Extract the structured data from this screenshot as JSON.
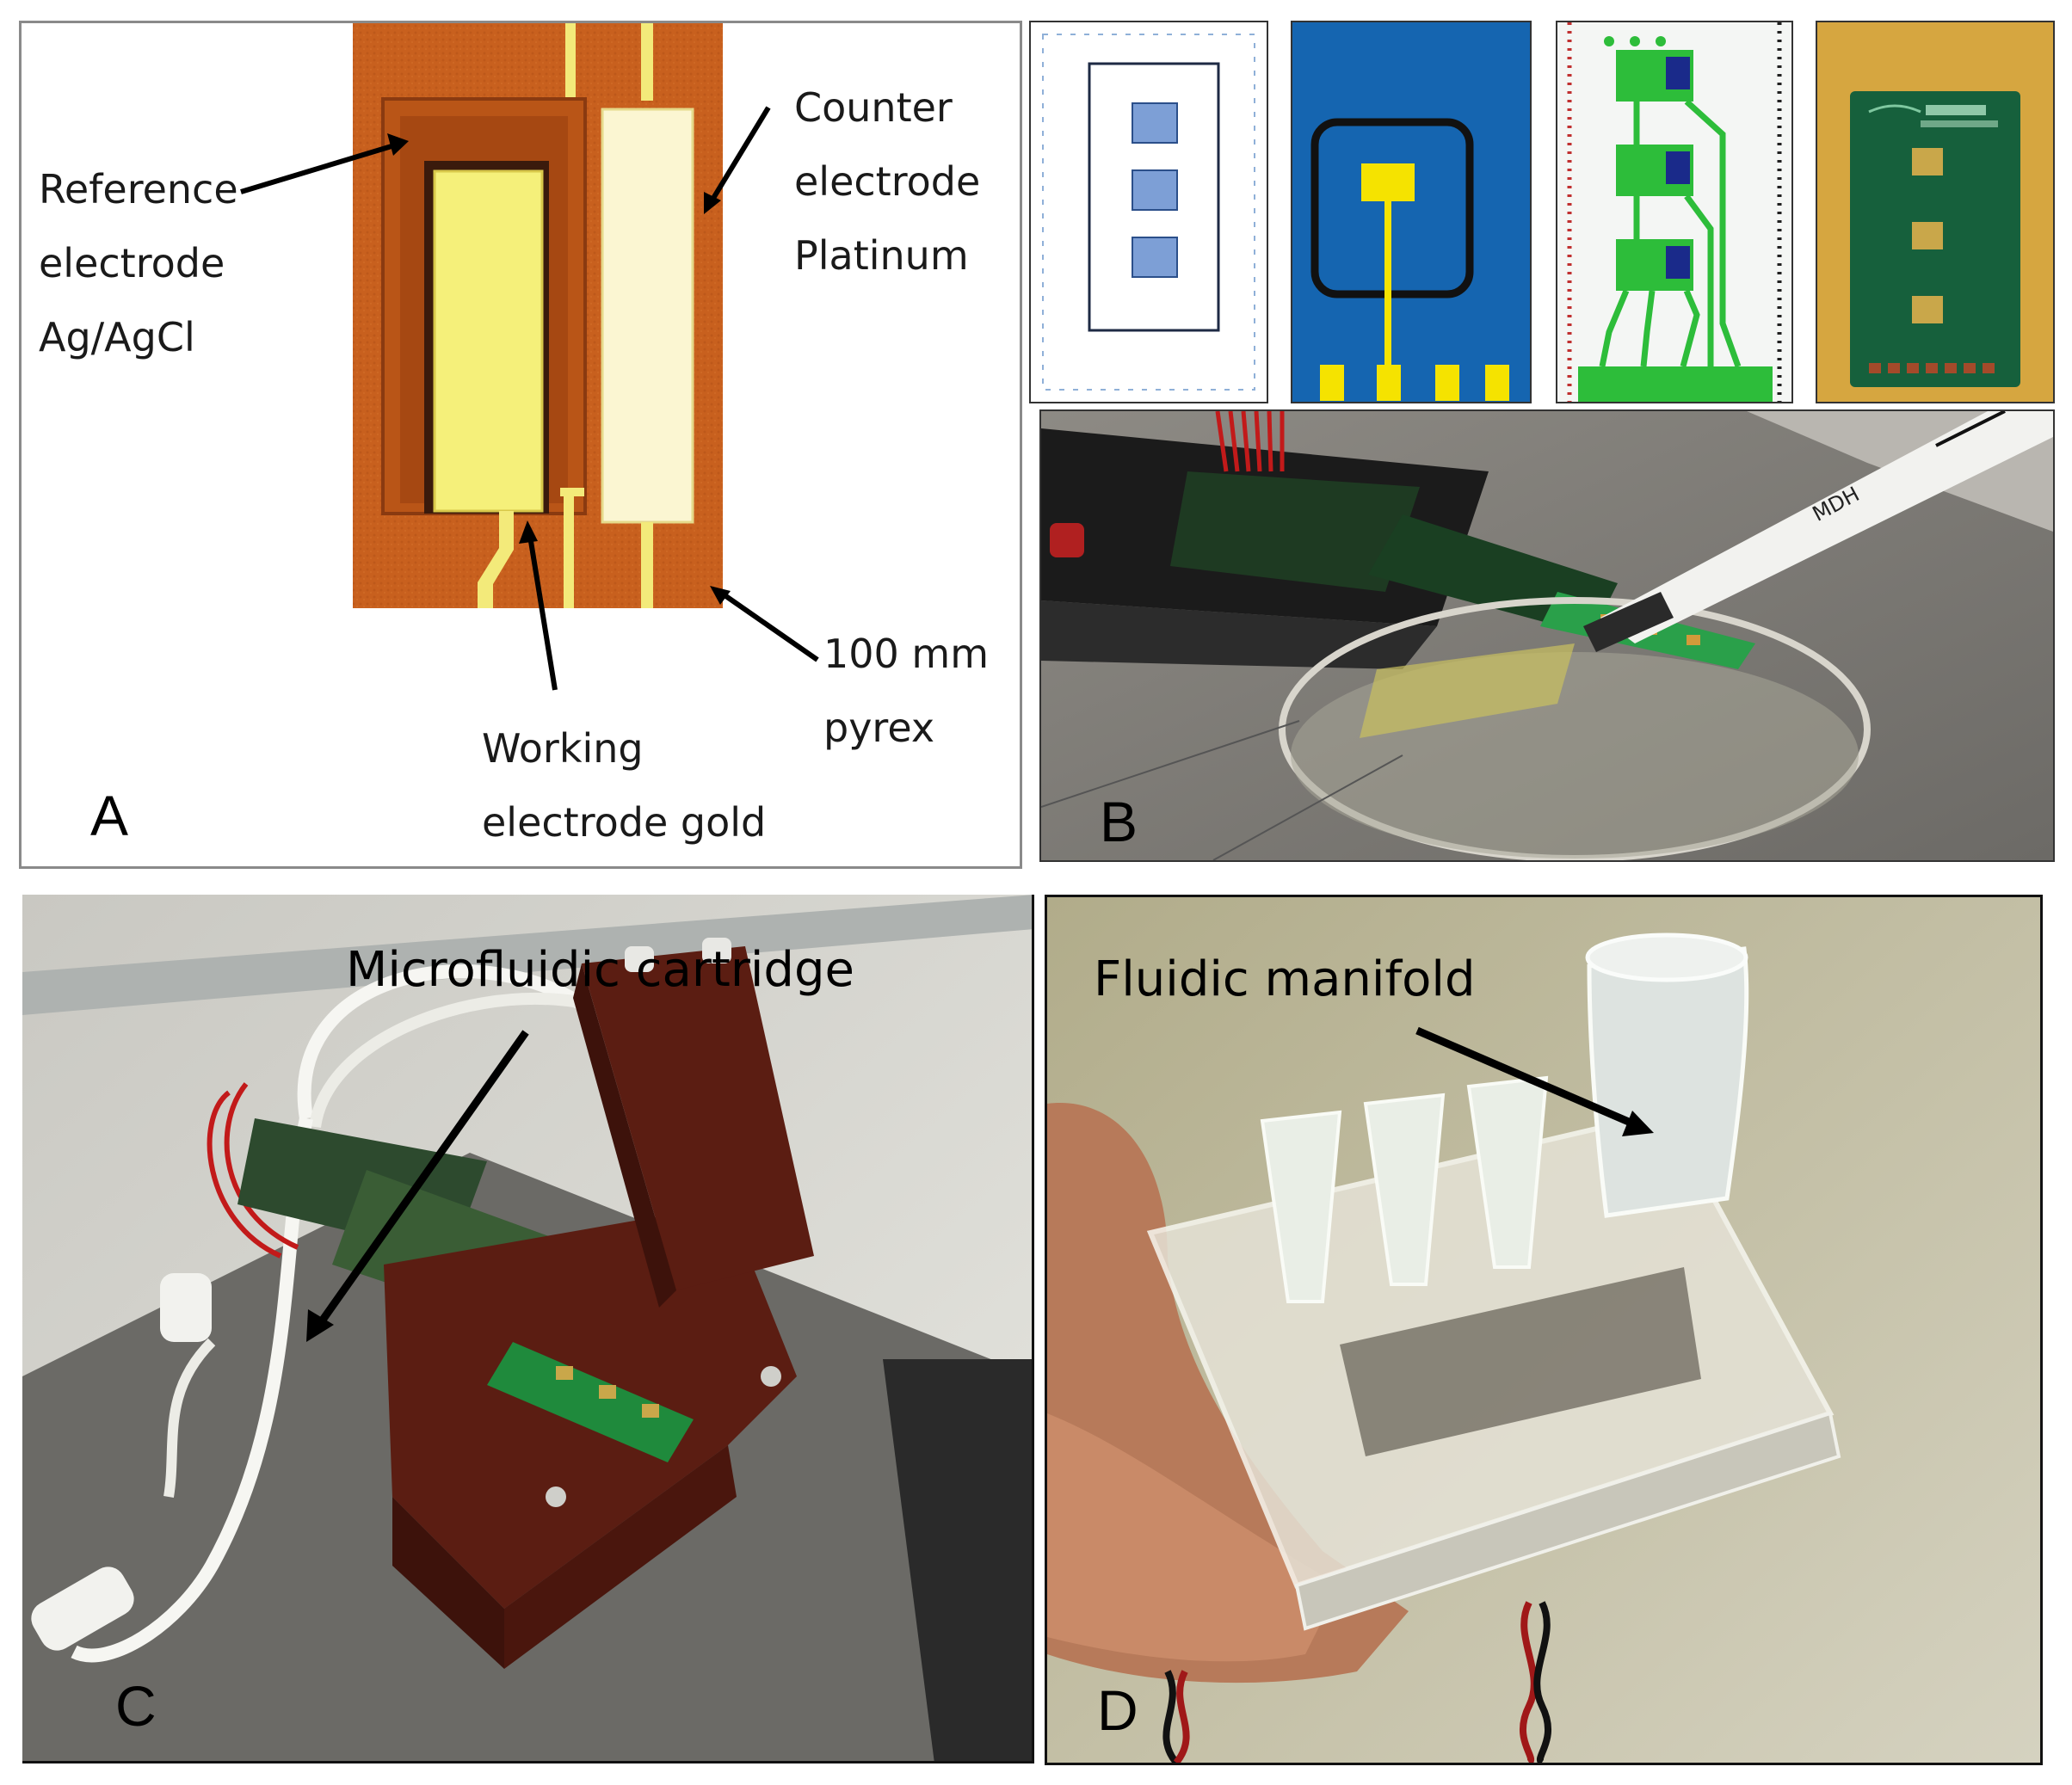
{
  "panel_a": {
    "letter": "A",
    "reference_label": [
      "Reference",
      "electrode",
      "Ag/AgCl"
    ],
    "counter_label": [
      "Counter",
      "electrode",
      "Platinum"
    ],
    "working_label": [
      "Working",
      "electrode gold"
    ],
    "substrate_label": [
      "100 mm",
      "pyrex"
    ]
  },
  "panel_b": {
    "letter": "B",
    "syringe_text": "MDH"
  },
  "panel_c": {
    "letter": "C",
    "callout": "Microfluidic cartridge"
  },
  "panel_d": {
    "letter": "D",
    "callout": "Fluidic manifold"
  },
  "colors": {
    "substrate": "#c8601e",
    "gold": "#f5f07a",
    "platinum": "#fbf6d2",
    "pcb_green": "#1f7a3a",
    "layout_blue": "#1565b0",
    "cartridge_brown": "#5b1d12"
  }
}
